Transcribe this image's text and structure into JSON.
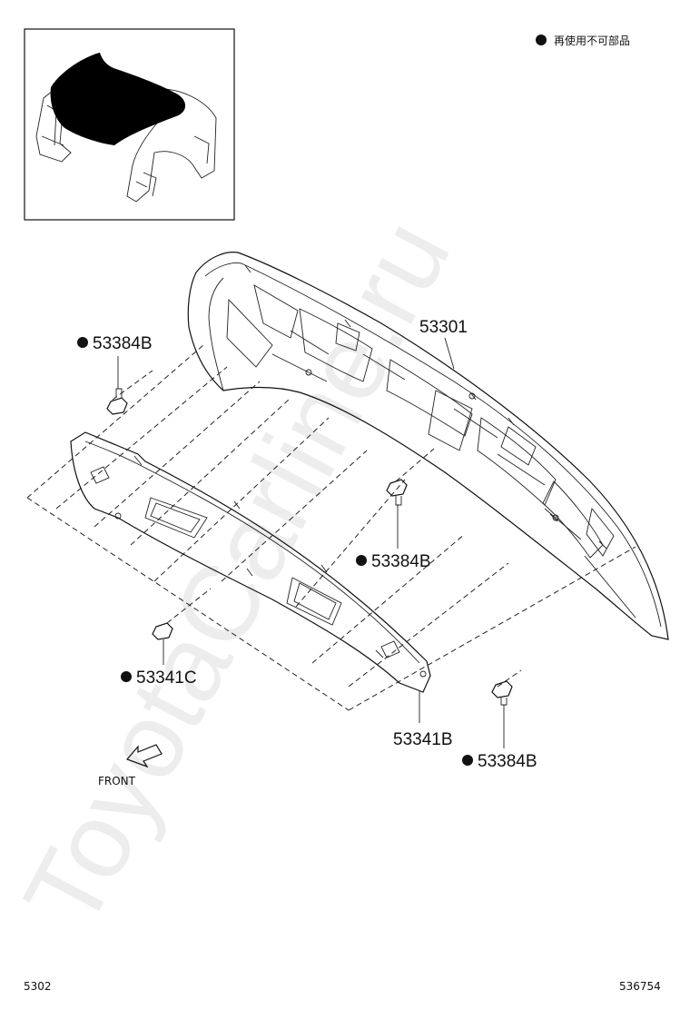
{
  "legend": {
    "text": "再使用不可部品"
  },
  "parts": {
    "hood": "53301",
    "clip_upper_left": "53384B",
    "clip_middle": "53384B",
    "clip_lower_right": "53384B",
    "clip_insulator": "53341C",
    "insulator": "53341B"
  },
  "front_label": "FRONT",
  "footer": {
    "page_code": "5302",
    "illustration_no": "536754"
  },
  "watermark": "ToyotaCarline.ru"
}
